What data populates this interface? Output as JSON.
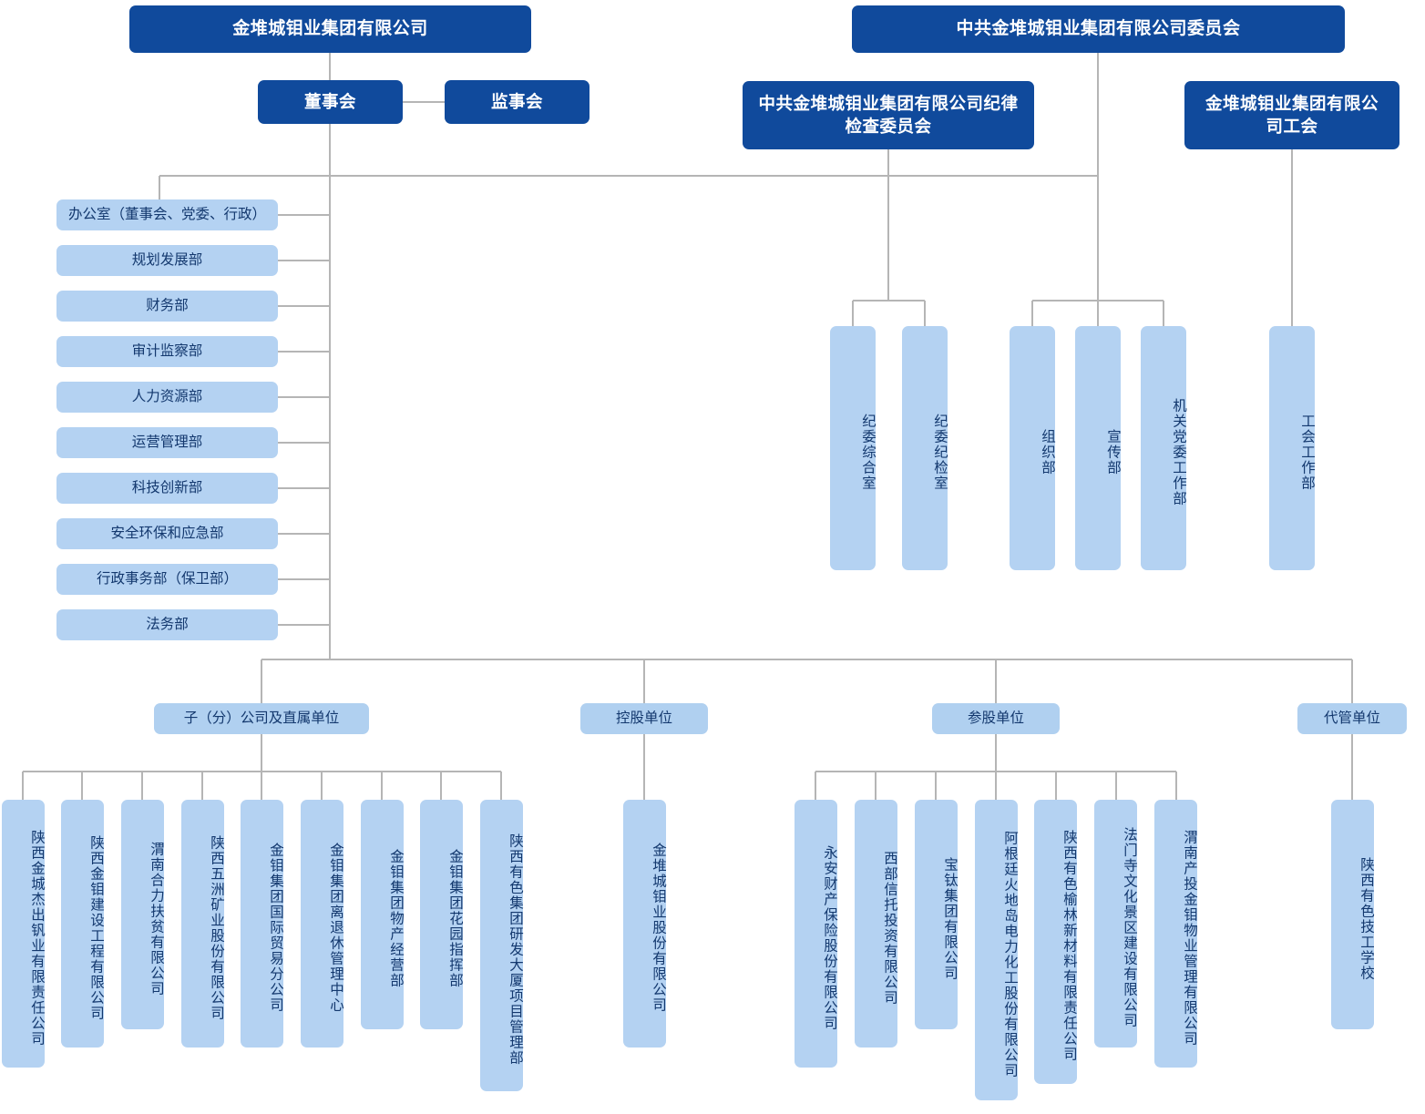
{
  "meta": {
    "colors": {
      "dark_node": "#104a9c",
      "dark_node_text": "#ffffff",
      "light_node": "#b4d2f2",
      "light_node_text": "#13386e",
      "connector_line": "#b0b0b0",
      "background": "#ffffff"
    }
  },
  "top": {
    "company": "金堆城钼业集团有限公司",
    "party_committee": "中共金堆城钼业集团有限公司委员会",
    "board_of_directors": "董事会",
    "board_of_supervisors": "监事会",
    "discipline_committee": "中共金堆城钼业集团有限公司纪律检查委员会",
    "labor_union": "金堆城钼业集团有限公司工会"
  },
  "departments": [
    {
      "label": "办公室（董事会、党委、行政）"
    },
    {
      "label": "规划发展部"
    },
    {
      "label": "财务部"
    },
    {
      "label": "审计监察部"
    },
    {
      "label": "人力资源部"
    },
    {
      "label": "运营管理部"
    },
    {
      "label": "科技创新部"
    },
    {
      "label": "安全环保和应急部"
    },
    {
      "label": "行政事务部（保卫部）"
    },
    {
      "label": "法务部"
    }
  ],
  "discipline_units": [
    {
      "label": "纪委综合室"
    },
    {
      "label": "纪委纪检室"
    }
  ],
  "party_units": [
    {
      "label": "组织部"
    },
    {
      "label": "宣传部"
    },
    {
      "label": "机关党委工作部"
    }
  ],
  "union_units": [
    {
      "label": "工会工作部"
    }
  ],
  "categories": [
    {
      "label": "子（分）公司及直属单位",
      "children": [
        {
          "label": "陕西金城杰出钒业有限责任公司"
        },
        {
          "label": "陕西金钼建设工程有限公司"
        },
        {
          "label": "渭南合力扶贫有限公司"
        },
        {
          "label": "陕西五洲矿业股份有限公司"
        },
        {
          "label": "金钼集团国际贸易分公司"
        },
        {
          "label": "金钼集团离退休管理中心"
        },
        {
          "label": "金钼集团物产经营部"
        },
        {
          "label": "金钼集团花园指挥部"
        },
        {
          "label": "陕西有色集团研发大厦项目管理部"
        }
      ]
    },
    {
      "label": "控股单位",
      "children": [
        {
          "label": "金堆城钼业股份有限公司"
        }
      ]
    },
    {
      "label": "参股单位",
      "children": [
        {
          "label": "永安财产保险股份有限公司"
        },
        {
          "label": "西部信托投资有限公司"
        },
        {
          "label": "宝钛集团有限公司"
        },
        {
          "label": "阿根廷火地岛电力化工股份有限公司"
        },
        {
          "label": "陕西有色榆林新材料有限责任公司"
        },
        {
          "label": "法门寺文化景区建设有限公司"
        },
        {
          "label": "渭南产投金钼物业管理有限公司"
        }
      ]
    },
    {
      "label": "代管单位",
      "children": [
        {
          "label": "陕西有色技工学校"
        }
      ]
    }
  ]
}
